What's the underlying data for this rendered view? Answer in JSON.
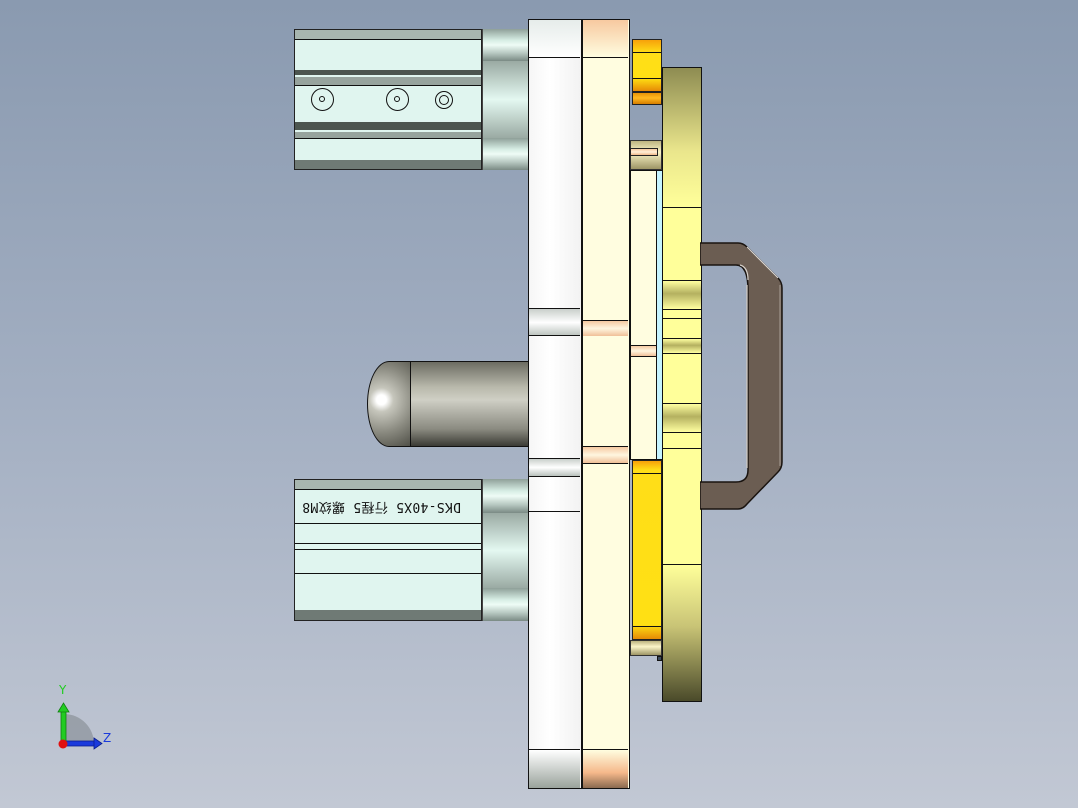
{
  "viewport": {
    "background_top": "#8a9ab0",
    "background_bottom": "#c2c8d4",
    "view_orientation": "Right view (Z to the right, Y up)"
  },
  "model": {
    "cylinder_top": {
      "label": "",
      "ports": [
        "port-large",
        "port-large",
        "port-fitting"
      ]
    },
    "cylinder_bottom": {
      "label": "DKS-40X5 行程5 螺纹M8",
      "label_mirrored": true
    },
    "colors": {
      "cylinder_body": "#e0f5ef",
      "plate_white": "#ffffff",
      "plate_cream": "#fffde0",
      "gold_block": "#ffde18",
      "yellow_plate": "#ffff9a",
      "handle": "#6b5d52",
      "pin": "#b9b9ac",
      "light_blue_shim": "#c6f4ff"
    }
  },
  "triad": {
    "y_label": "Y",
    "z_label": "Z",
    "y_color": "#22cc22",
    "z_color": "#1a3adc",
    "x_color": "#e01010"
  }
}
